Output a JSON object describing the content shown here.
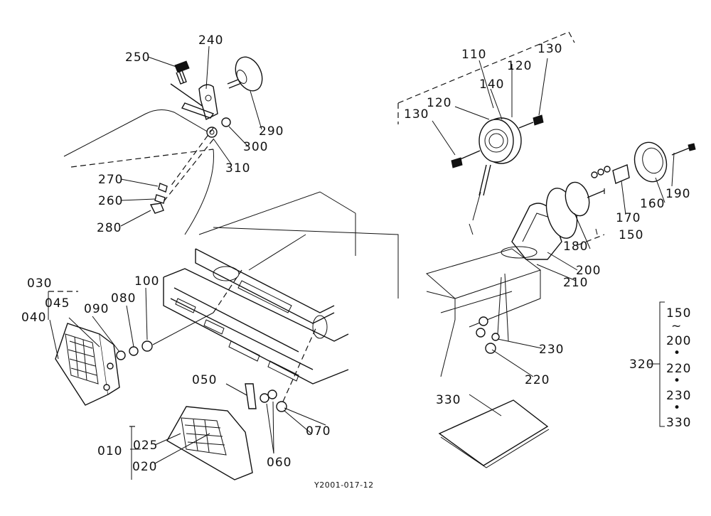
{
  "labels": {
    "p010": "010",
    "p020": "020",
    "p025": "025",
    "p030": "030",
    "p040": "040",
    "p045": "045",
    "p050": "050",
    "p060": "060",
    "p070": "070",
    "p080": "080",
    "p090": "090",
    "p100": "100",
    "p110": "110",
    "p120a": "120",
    "p120b": "120",
    "p130a": "130",
    "p130b": "130",
    "p140": "140",
    "p150": "150",
    "p160": "160",
    "p170": "170",
    "p180": "180",
    "p190": "190",
    "p200": "200",
    "p210": "210",
    "p220": "220",
    "p230": "230",
    "p240": "240",
    "p250": "250",
    "p260": "260",
    "p270": "270",
    "p280": "280",
    "p290": "290",
    "p300": "300",
    "p310": "310",
    "p320": "320",
    "p330": "330"
  },
  "kit_list": {
    "items": [
      "150",
      "~",
      "200",
      "•",
      "220",
      "•",
      "230",
      "•",
      "330"
    ]
  },
  "drawing_code": "Y2001-017-12"
}
